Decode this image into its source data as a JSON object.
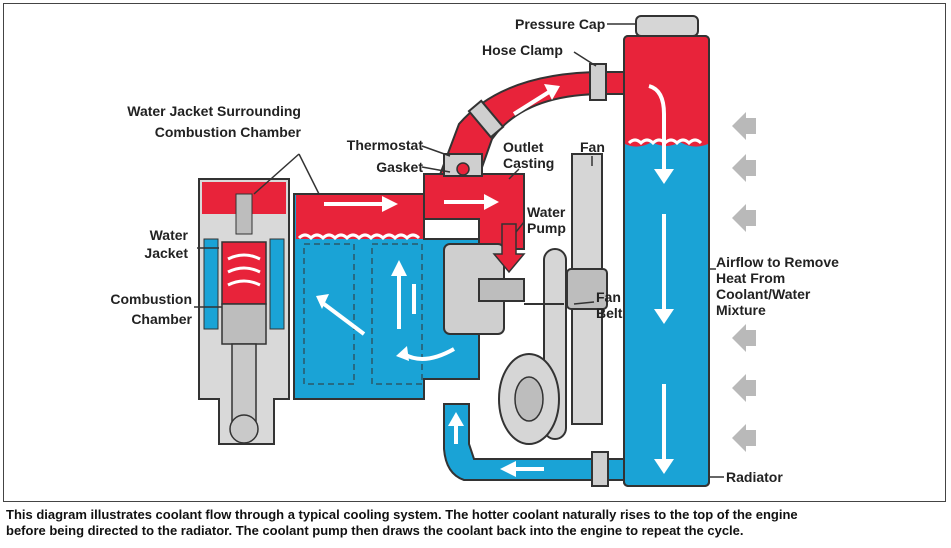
{
  "labels": {
    "pressure_cap": "Pressure Cap",
    "hose_clamp": "Hose Clamp",
    "water_jacket_surrounding": [
      "Water Jacket Surrounding",
      "Combustion Chamber"
    ],
    "thermostat": "Thermostat",
    "gasket": "Gasket",
    "outlet_casting": [
      "Outlet",
      "Casting"
    ],
    "fan": "Fan",
    "water_jacket": [
      "Water",
      "Jacket"
    ],
    "water_pump": [
      "Water",
      "Pump"
    ],
    "combustion_chamber": [
      "Combustion",
      "Chamber"
    ],
    "fan_belt": [
      "Fan",
      "Belt"
    ],
    "airflow": [
      "Airflow to Remove",
      "Heat From",
      "Coolant/Water",
      "Mixture"
    ],
    "radiator": "Radiator"
  },
  "caption": [
    "This diagram illustrates coolant flow through a typical cooling system. The hotter coolant naturally rises to the top of the engine",
    "before being directed to the radiator. The coolant pump then draws the coolant back into the engine to repeat the cycle."
  ],
  "colors": {
    "hot_coolant": "#e8233a",
    "cool_coolant": "#1aa3d6",
    "metal": "#c9c9c9",
    "dark_metal": "#555555",
    "airflow_arrow": "#b9b9b9"
  }
}
